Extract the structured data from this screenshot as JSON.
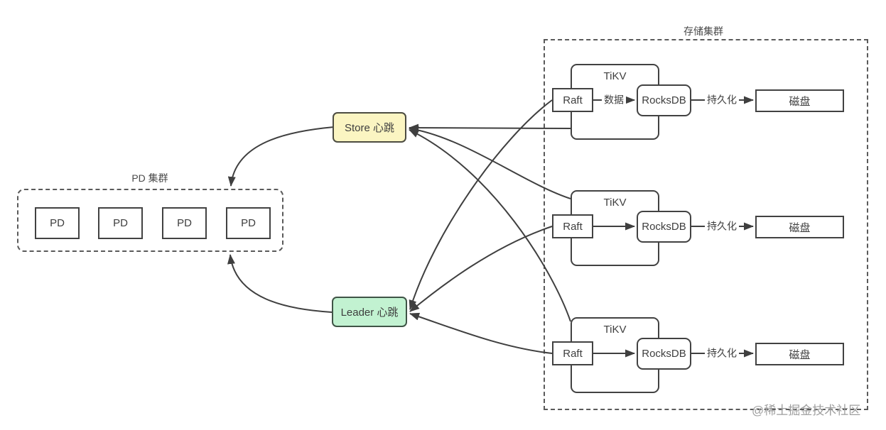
{
  "diagram": {
    "titles": {
      "storage_cluster": "存储集群",
      "pd_cluster": "PD 集群"
    },
    "pd_nodes": [
      "PD",
      "PD",
      "PD",
      "PD"
    ],
    "heartbeats": {
      "store": "Store 心跳",
      "leader": "Leader 心跳"
    },
    "tikv_rows": [
      {
        "tikv_label": "TiKV",
        "raft_label": "Raft",
        "rocksdb_label": "RocksDB",
        "disk_label": "磁盘",
        "raft_to_rocksdb_label": "数据",
        "rocksdb_to_disk_label": "持久化"
      },
      {
        "tikv_label": "TiKV",
        "raft_label": "Raft",
        "rocksdb_label": "RocksDB",
        "disk_label": "磁盘",
        "raft_to_rocksdb_label": "",
        "rocksdb_to_disk_label": "持久化"
      },
      {
        "tikv_label": "TiKV",
        "raft_label": "Raft",
        "rocksdb_label": "RocksDB",
        "disk_label": "磁盘",
        "raft_to_rocksdb_label": "",
        "rocksdb_to_disk_label": "持久化"
      }
    ],
    "connections": [
      {
        "from": "TiKV-1",
        "to": "Store 心跳"
      },
      {
        "from": "TiKV-2",
        "to": "Store 心跳"
      },
      {
        "from": "TiKV-3",
        "to": "Store 心跳"
      },
      {
        "from": "Raft-1",
        "to": "Leader 心跳"
      },
      {
        "from": "Raft-2",
        "to": "Leader 心跳"
      },
      {
        "from": "Raft-3",
        "to": "Leader 心跳"
      },
      {
        "from": "Store 心跳",
        "to": "PD 集群"
      },
      {
        "from": "Leader 心跳",
        "to": "PD 集群"
      }
    ],
    "watermark": "@稀土掘金技术社区",
    "colors": {
      "line": "#3f3f3f",
      "box_border": "#424242",
      "dashed_border": "#5a5a5a",
      "store_heartbeat_fill": "#fbf5c2",
      "leader_heartbeat_fill": "#c2f2d1",
      "text": "#3e3e3e",
      "watermark": "#9e9e9e",
      "background": "#ffffff"
    }
  }
}
